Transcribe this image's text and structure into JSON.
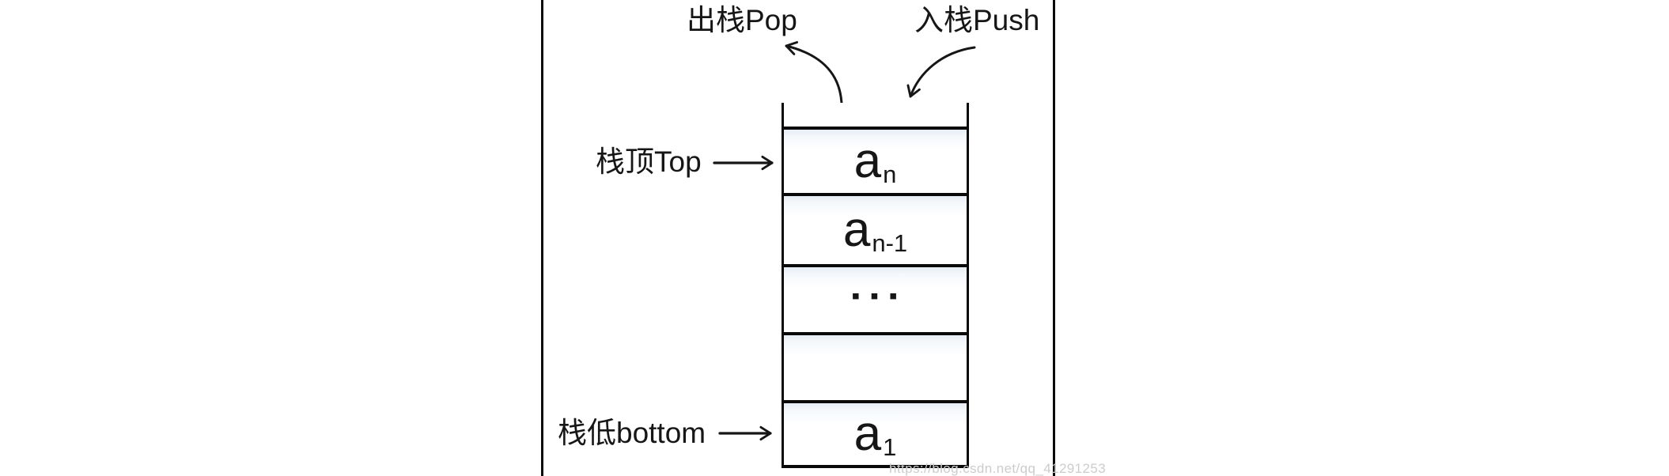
{
  "diagram": {
    "title_semantics": "stack push pop diagram",
    "pop_label": "出栈Pop",
    "push_label": "入栈Push",
    "top_label": "栈顶Top",
    "bottom_label": "栈低bottom",
    "stack_cells": [
      {
        "base": "a",
        "sub": "n"
      },
      {
        "base": "a",
        "sub": "n-1"
      },
      {
        "base": "▪▪▪",
        "sub": ""
      },
      {
        "base": "",
        "sub": ""
      },
      {
        "base": "a",
        "sub": "1"
      }
    ],
    "watermark": "https://blog.csdn.net/qq_41291253"
  },
  "colors": {
    "line": "#0a0a0a",
    "text": "#161616",
    "cell_tint": "#e7edf5",
    "watermark": "#cccccc",
    "background": "#ffffff"
  }
}
